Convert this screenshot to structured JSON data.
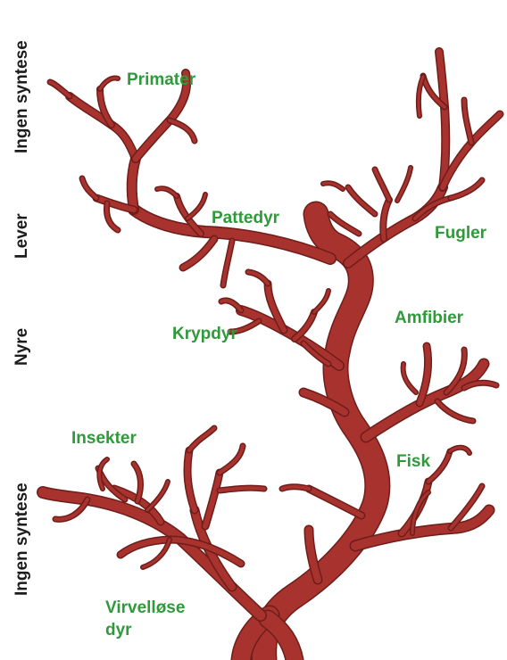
{
  "side_labels": {
    "top": "Ingen syntese",
    "lever": "Lever",
    "nyre": "Nyre",
    "bottom": "Ingen syntese"
  },
  "group_labels": {
    "primater": "Primater",
    "pattedyr": "Pattedyr",
    "fugler": "Fugler",
    "krypdyr": "Krypdyr",
    "amfibier": "Amfibier",
    "insekter": "Insekter",
    "fisk": "Fisk",
    "virvellose_line1": "Virvelløse",
    "virvellose_line2": "dyr"
  },
  "colors": {
    "branch": "#a8322d",
    "branch_outline": "#6e1d1a",
    "label_green": "#2e9a3a",
    "side_label": "#1c1c1c"
  }
}
